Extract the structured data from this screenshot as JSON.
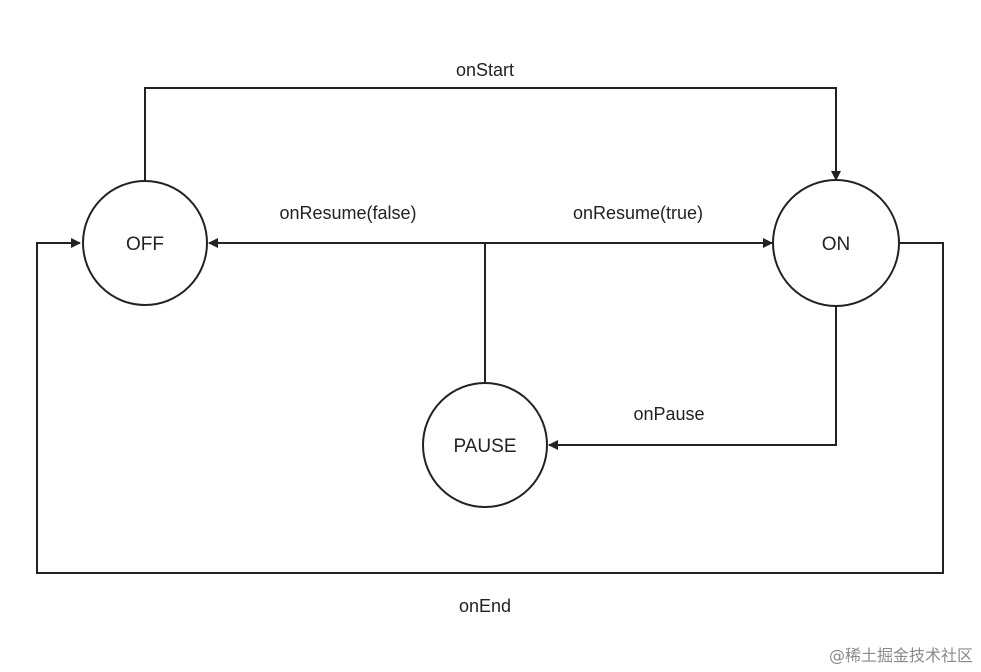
{
  "states": {
    "off": "OFF",
    "on": "ON",
    "pause": "PAUSE"
  },
  "transitions": {
    "on_start": "onStart",
    "on_resume_false": "onResume(false)",
    "on_resume_true": "onResume(true)",
    "on_pause": "onPause",
    "on_end": "onEnd"
  },
  "watermark": "@稀土掘金技术社区",
  "colors": {
    "stroke": "#222222",
    "background": "#ffffff"
  }
}
